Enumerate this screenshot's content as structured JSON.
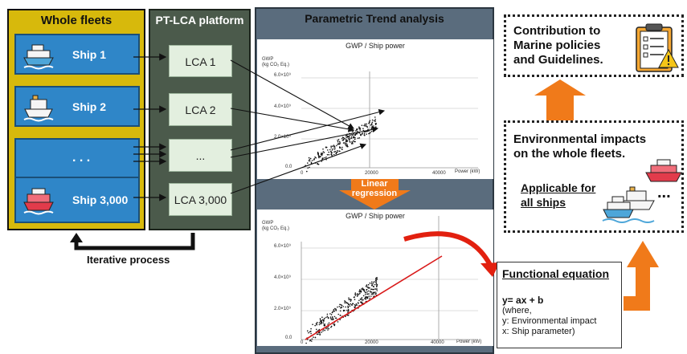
{
  "fleets": {
    "title": "Whole fleets",
    "ships": [
      "Ship 1",
      "Ship 2",
      ". . .",
      "Ship 3,000"
    ]
  },
  "platform": {
    "title": "PT-LCA platform",
    "items": [
      "LCA 1",
      "LCA 2",
      "...",
      "LCA 3,000"
    ]
  },
  "loop_label": "Iterative process",
  "analysis": {
    "title": "Parametric Trend analysis",
    "regression_label": [
      "Linear",
      "regression"
    ],
    "chart_top": {
      "title": "GWP / Ship power",
      "ylabel": [
        "GWP",
        "(kg CO₂ Eq.)"
      ],
      "yticks": [
        "0.0",
        "2.0×10⁹",
        "4.0×10⁹",
        "6.0×10⁹"
      ],
      "xticks": [
        "0",
        "20000",
        "40000"
      ],
      "xlabel": "Power (kW)"
    },
    "chart_bottom": {
      "title": "GWP / Ship power",
      "ylabel": [
        "GWP",
        "(kg CO₂ Eq.)"
      ],
      "yticks": [
        "0.0",
        "2.0×10⁹",
        "4.0×10⁹",
        "6.0×10⁹"
      ],
      "xticks": [
        "0",
        "20000",
        "40000"
      ],
      "xlabel": "Power (kW)"
    }
  },
  "contribution": [
    "Contribution to",
    "Marine policies",
    "and Guidelines."
  ],
  "environment": {
    "lines": [
      "Environmental impacts",
      "on the whole fleets."
    ],
    "applicable": [
      "Applicable for",
      "all ships"
    ],
    "ellipsis": "..."
  },
  "functional": {
    "title": "Functional equation",
    "equation": "y= ax + b",
    "lines": [
      "(where,",
      "y: Environmental impact",
      "x: Ship parameter)"
    ]
  },
  "colors": {
    "fleet_panel": "#d7b90c",
    "ship_box": "#2f86c8",
    "platform_panel": "#4b5a4b",
    "lca_box": "#e3efdf",
    "analysis_panel": "#5a6c7d",
    "arrow_orange": "#f07a1a",
    "regression_line": "#d91a1a"
  }
}
